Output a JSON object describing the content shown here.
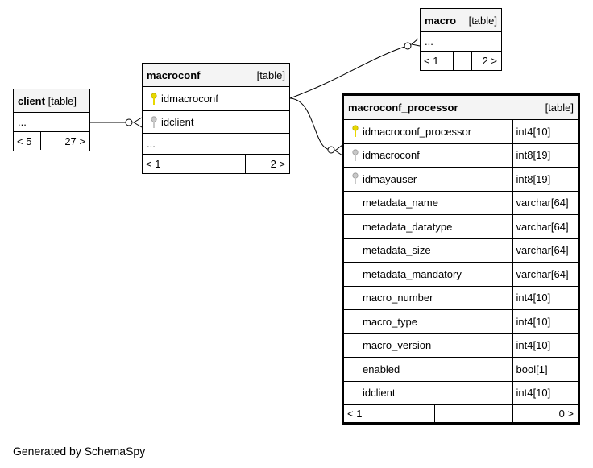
{
  "tables": {
    "client": {
      "name": "client",
      "kind": "[table]",
      "rows": [
        "..."
      ],
      "footer": {
        "prev": "< 5",
        "next": "27 >"
      }
    },
    "macroconf": {
      "name": "macroconf",
      "kind": "[table]",
      "columns": [
        {
          "name": "idmacroconf",
          "key": "primary"
        },
        {
          "name": "idclient",
          "key": "foreign"
        }
      ],
      "more": "...",
      "footer": {
        "prev": "< 1",
        "next": "2 >"
      }
    },
    "macro": {
      "name": "macro",
      "kind": "[table]",
      "rows": [
        "..."
      ],
      "footer": {
        "prev": "< 1",
        "next": "2 >"
      }
    },
    "macroconf_processor": {
      "name": "macroconf_processor",
      "kind": "[table]",
      "columns": [
        {
          "name": "idmacroconf_processor",
          "type": "int4[10]",
          "key": "primary"
        },
        {
          "name": "idmacroconf",
          "type": "int8[19]",
          "key": "foreign"
        },
        {
          "name": "idmayauser",
          "type": "int8[19]",
          "key": "foreign"
        },
        {
          "name": "metadata_name",
          "type": "varchar[64]",
          "key": ""
        },
        {
          "name": "metadata_datatype",
          "type": "varchar[64]",
          "key": ""
        },
        {
          "name": "metadata_size",
          "type": "varchar[64]",
          "key": ""
        },
        {
          "name": "metadata_mandatory",
          "type": "varchar[64]",
          "key": ""
        },
        {
          "name": "macro_number",
          "type": "int4[10]",
          "key": ""
        },
        {
          "name": "macro_type",
          "type": "int4[10]",
          "key": ""
        },
        {
          "name": "macro_version",
          "type": "int4[10]",
          "key": ""
        },
        {
          "name": "enabled",
          "type": "bool[1]",
          "key": ""
        },
        {
          "name": "idclient",
          "type": "int4[10]",
          "key": ""
        }
      ],
      "footer": {
        "prev": "< 1",
        "next": "0 >"
      }
    }
  },
  "colors": {
    "primary_key": "#e8d800",
    "foreign_key": "#b8b8b8",
    "header_bg": "#f4f4f4"
  },
  "footer_text": "Generated by SchemaSpy"
}
